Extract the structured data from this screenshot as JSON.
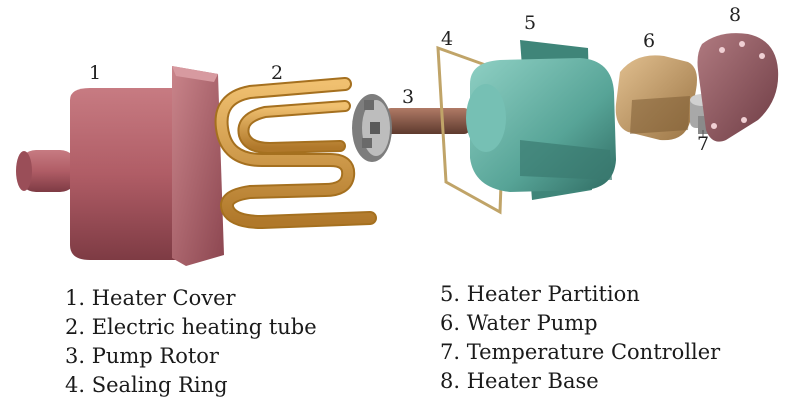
{
  "callouts": [
    "1",
    "2",
    "3",
    "4",
    "5",
    "6",
    "7",
    "8"
  ],
  "legend_left": [
    "1. Heater Cover",
    "2. Electric heating tube",
    "3. Pump Rotor",
    "4. Sealing Ring"
  ],
  "legend_right": [
    "5. Heater Partition",
    "6. Water Pump",
    "7. Temperature Controller",
    "8. Heater Base"
  ],
  "colors": {
    "heater_cover": "#b8666e",
    "heating_tube": "#d29a3c",
    "pump_rotor": "#9a9a9a",
    "shaft": "#8a5a48",
    "sealing_ring": "#c8b080",
    "partition": "#5fa89c",
    "water_pump": "#c8a070",
    "temp_controller": "#b0b0b0",
    "heater_base": "#8e5a60"
  }
}
